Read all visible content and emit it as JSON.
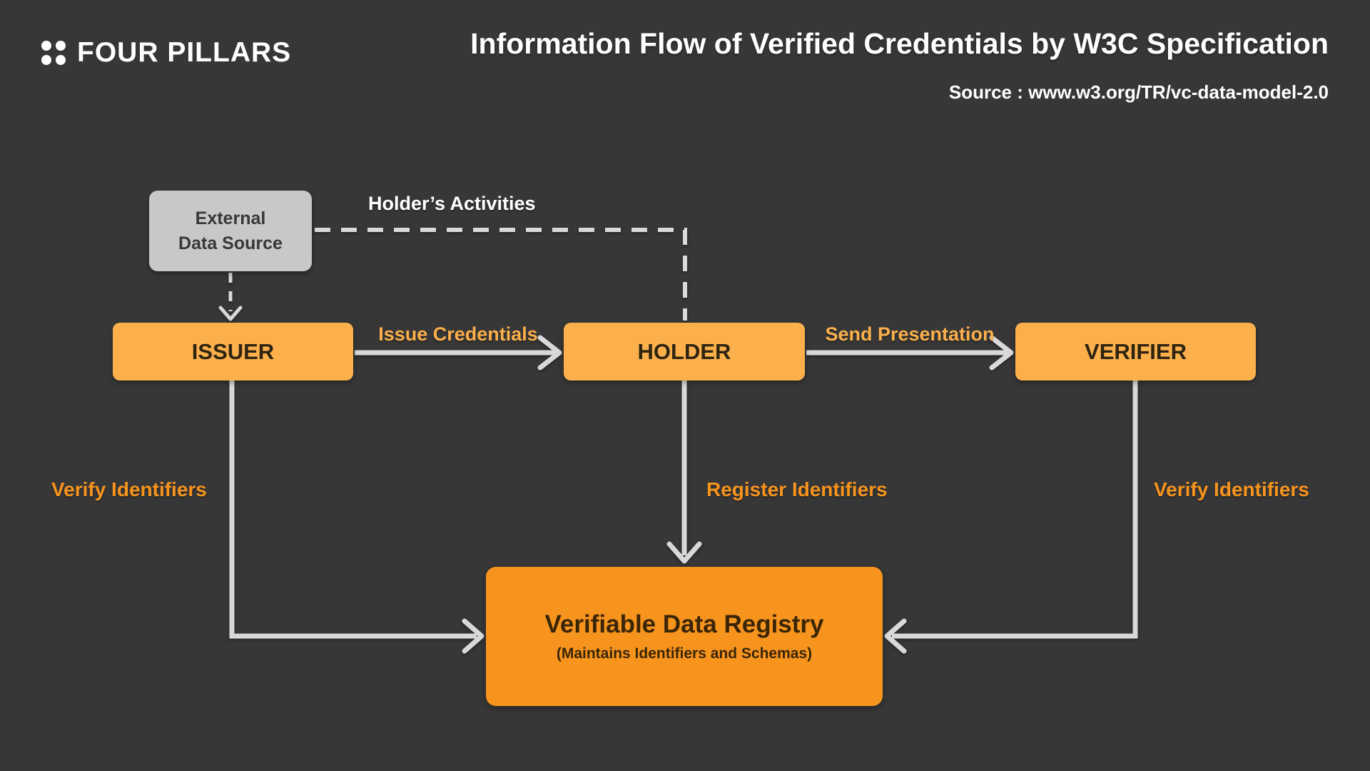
{
  "header": {
    "logo_text": "FOUR PILLARS",
    "title": "Information Flow of Verified Credentials by W3C Specification",
    "source": "Source : www.w3.org/TR/vc-data-model-2.0"
  },
  "nodes": {
    "external": {
      "line1": "External",
      "line2": "Data Source"
    },
    "issuer": {
      "label": "ISSUER"
    },
    "holder": {
      "label": "HOLDER"
    },
    "verifier": {
      "label": "VERIFIER"
    },
    "registry": {
      "title": "Verifiable Data Registry",
      "subtitle": "(Maintains Identifiers and Schemas)"
    }
  },
  "edges": {
    "holders_activities": "Holder’s Activities",
    "issue_credentials": "Issue Credentials",
    "send_presentation": "Send Presentation",
    "verify_identifiers_left": "Verify Identifiers",
    "register_identifiers": "Register Identifiers",
    "verify_identifiers_right": "Verify Identifiers"
  },
  "icons": {
    "logo": "four-dots-icon"
  },
  "colors": {
    "background": "#373737",
    "node-orange": "#FBB04C",
    "registry-orange": "#F7941E",
    "node-gray": "#C9C7C9",
    "arrow-gray": "#D9D9D9",
    "label-orange": "#F7941E",
    "label-light-orange": "#FBB04C",
    "text-dark": "#2F2411",
    "text-light": "#FFFFFF"
  }
}
